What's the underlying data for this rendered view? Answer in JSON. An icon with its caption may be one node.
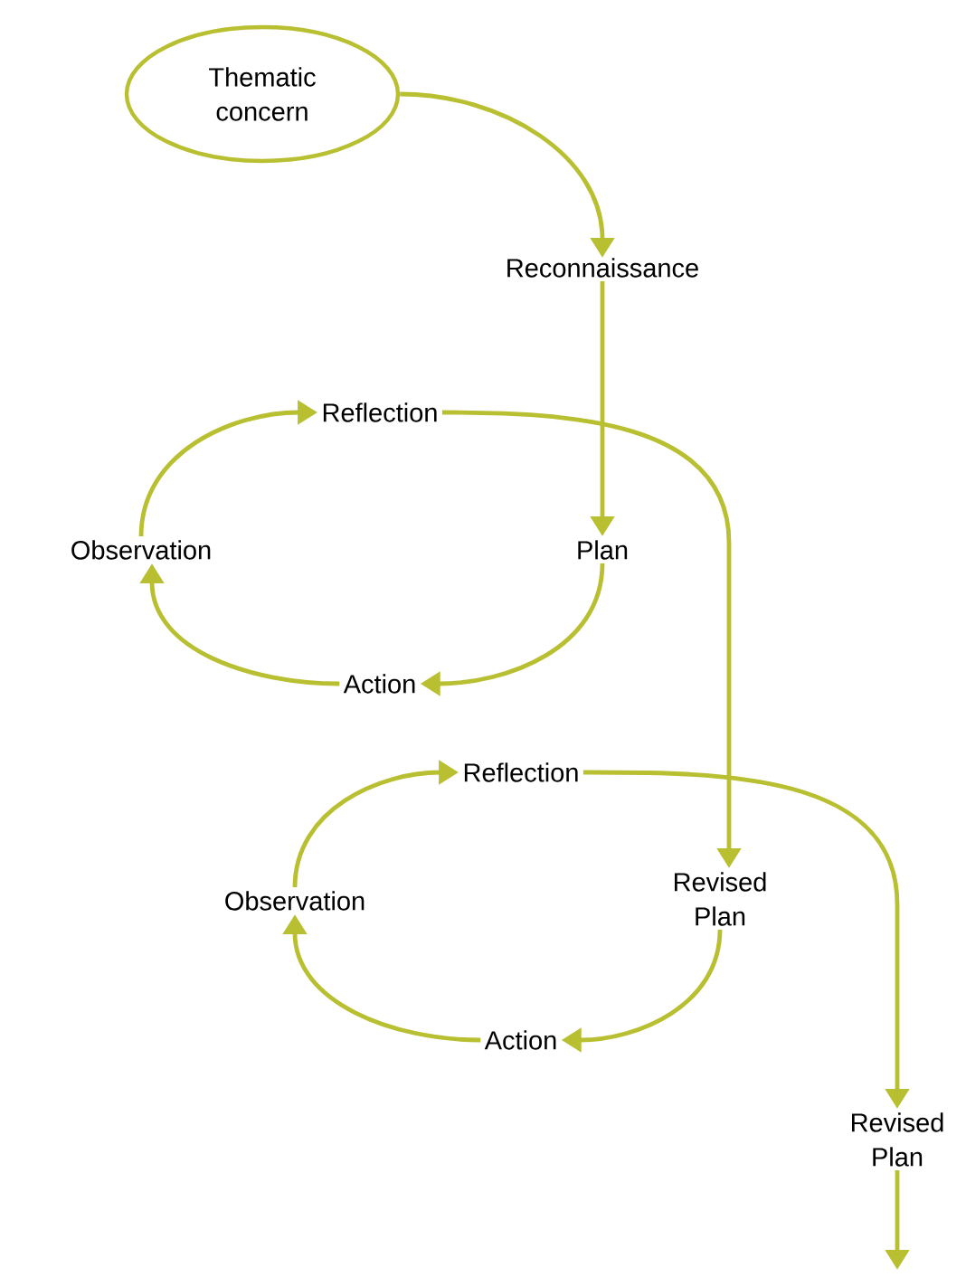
{
  "diagram": {
    "nodes": [
      {
        "text": [
          "Thematic concern"
        ]
      },
      {
        "text": [
          "Reconnaissance"
        ]
      },
      {
        "text": [
          "Reflection"
        ]
      },
      {
        "text": [
          "Observation"
        ]
      },
      {
        "text": [
          "Plan"
        ]
      },
      {
        "text": [
          "Action"
        ]
      },
      {
        "text": [
          "Reflection"
        ]
      },
      {
        "text": [
          "Observation"
        ]
      },
      {
        "text": [
          "Revised Plan"
        ]
      },
      {
        "text": [
          "Action"
        ]
      },
      {
        "text": [
          "Revised Plan"
        ]
      }
    ],
    "edges": [
      {
        "from": 0,
        "to": 1,
        "arrow": "to"
      },
      {
        "from": 1,
        "to": 4,
        "arrow": "to"
      },
      {
        "from": 4,
        "to": 5,
        "arrow": "to"
      },
      {
        "from": 5,
        "to": 3,
        "arrow": "to"
      },
      {
        "from": 3,
        "to": 2,
        "arrow": "to"
      },
      {
        "from": 2,
        "to": 8,
        "arrow": "to"
      },
      {
        "from": 8,
        "to": 9,
        "arrow": "to"
      },
      {
        "from": 9,
        "to": 7,
        "arrow": "to"
      },
      {
        "from": 7,
        "to": 6,
        "arrow": "to"
      },
      {
        "from": 6,
        "to": 10,
        "arrow": "to"
      },
      {
        "from": 10,
        "to": null,
        "arrow": "to"
      }
    ]
  }
}
